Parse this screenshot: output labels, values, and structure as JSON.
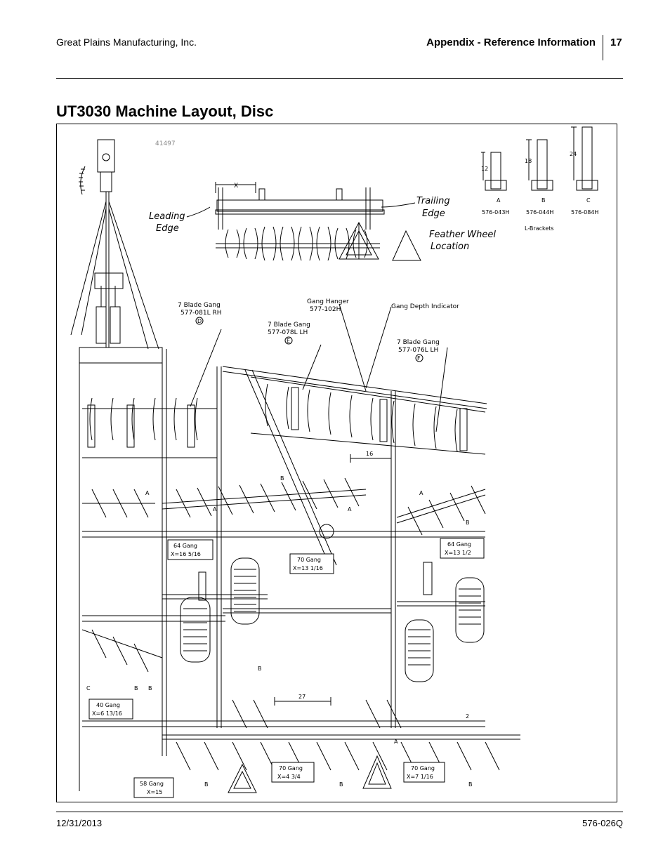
{
  "header": {
    "company": "Great Plains Manufacturing, Inc.",
    "section": "Appendix - Reference Information",
    "page": "17"
  },
  "title": "UT3030 Machine Layout, Disc",
  "figure": {
    "figure_id": "41497",
    "labels": {
      "leading_edge_1": "Leading",
      "leading_edge_2": "Edge",
      "trailing_edge_1": "Trailing",
      "trailing_edge_2": "Edge",
      "feather_1": "Feather Wheel",
      "feather_2": "Location",
      "x_dim": "X",
      "gang_hanger_1": "Gang Hanger",
      "gang_hanger_2": "577-102H",
      "gang_depth": "Gang Depth Indicator",
      "blade_d_1": "7 Blade Gang",
      "blade_d_2": "577-081L RH",
      "blade_d_letter": "D",
      "blade_e_1": "7 Blade Gang",
      "blade_e_2": "577-078L LH",
      "blade_e_letter": "E",
      "blade_f_1": "7 Blade Gang",
      "blade_f_2": "577-076L LH",
      "blade_f_letter": "F"
    },
    "brackets": {
      "a": {
        "letter": "A",
        "dim": "12",
        "part": "576-043H"
      },
      "b": {
        "letter": "B",
        "dim": "18",
        "part": "576-044H"
      },
      "c": {
        "letter": "C",
        "dim": "24",
        "part": "576-084H"
      },
      "caption": "L-Brackets"
    },
    "gang_boxes": [
      {
        "line1": "64 Gang",
        "line2": "X=16 5/16"
      },
      {
        "line1": "70 Gang",
        "line2": "X=13 1/16"
      },
      {
        "line1": "64 Gang",
        "line2": "X=13 1/2"
      },
      {
        "line1": "40 Gang",
        "line2": "X=6 13/16"
      },
      {
        "line1": "58 Gang",
        "line2": "X=15"
      },
      {
        "line1": "70 Gang",
        "line2": "X=4 3/4"
      },
      {
        "line1": "70 Gang",
        "line2": "X=7 1/16"
      }
    ],
    "dims": {
      "d16": "16",
      "d27": "27",
      "d2": "2",
      "b1": "B",
      "a1": "A",
      "a2": "A",
      "b2": "B",
      "a3": "A",
      "a4": "A",
      "b3": "B",
      "b4": "B",
      "c1": "C",
      "b5": "B",
      "a5": "A",
      "b6": "B",
      "b7": "B",
      "b8": "B"
    }
  }
}
